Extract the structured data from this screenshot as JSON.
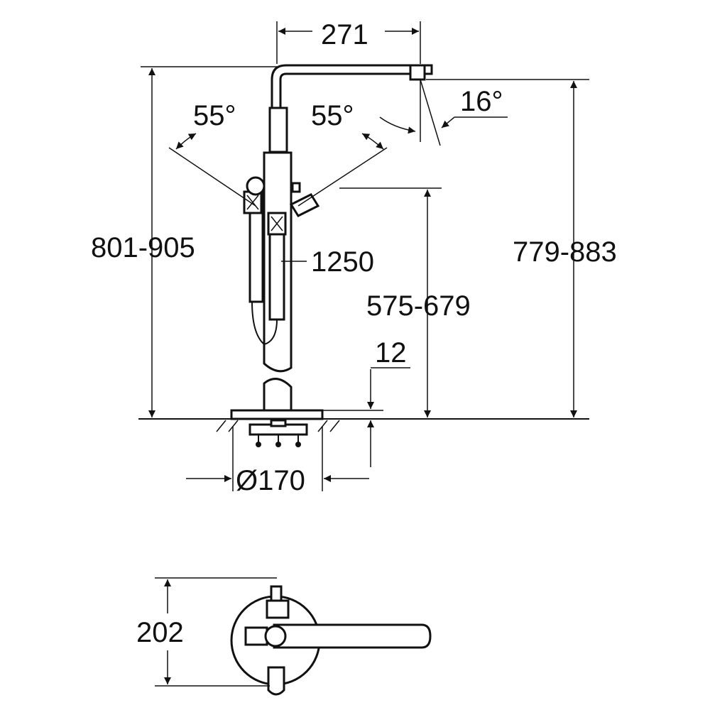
{
  "side_view": {
    "dim_spout_reach": "271",
    "dim_swivel_left": "55°",
    "dim_swivel_right": "55°",
    "dim_spout_angle": "16°",
    "dim_total_height": "801-905",
    "dim_spout_height": "779-883",
    "dim_hose_length": "1250",
    "dim_holder_height": "575-679",
    "dim_base_thickness": "12",
    "dim_base_diameter": "Ø170"
  },
  "top_view": {
    "dim_depth": "202"
  },
  "colors": {
    "line": "#111111",
    "background": "#ffffff"
  }
}
